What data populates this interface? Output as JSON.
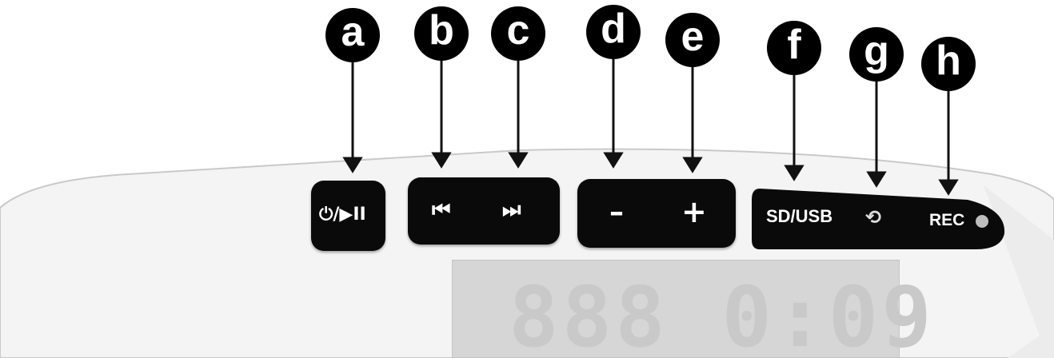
{
  "callouts": [
    "a",
    "b",
    "c",
    "d",
    "e",
    "f",
    "g",
    "h"
  ],
  "buttons": {
    "power_play": "⏻/▶II",
    "prev": "⏮",
    "next": "⏭",
    "minus": "–",
    "plus": "+",
    "source": "SD/USB",
    "repeat": "⟲",
    "rec": "REC"
  },
  "display": {
    "digits": "888 0:09"
  },
  "colors": {
    "pad": "#0a0a0a",
    "callout": "#000000",
    "device_body": "#f4f4f4",
    "lcd": "#d6d6d6"
  }
}
